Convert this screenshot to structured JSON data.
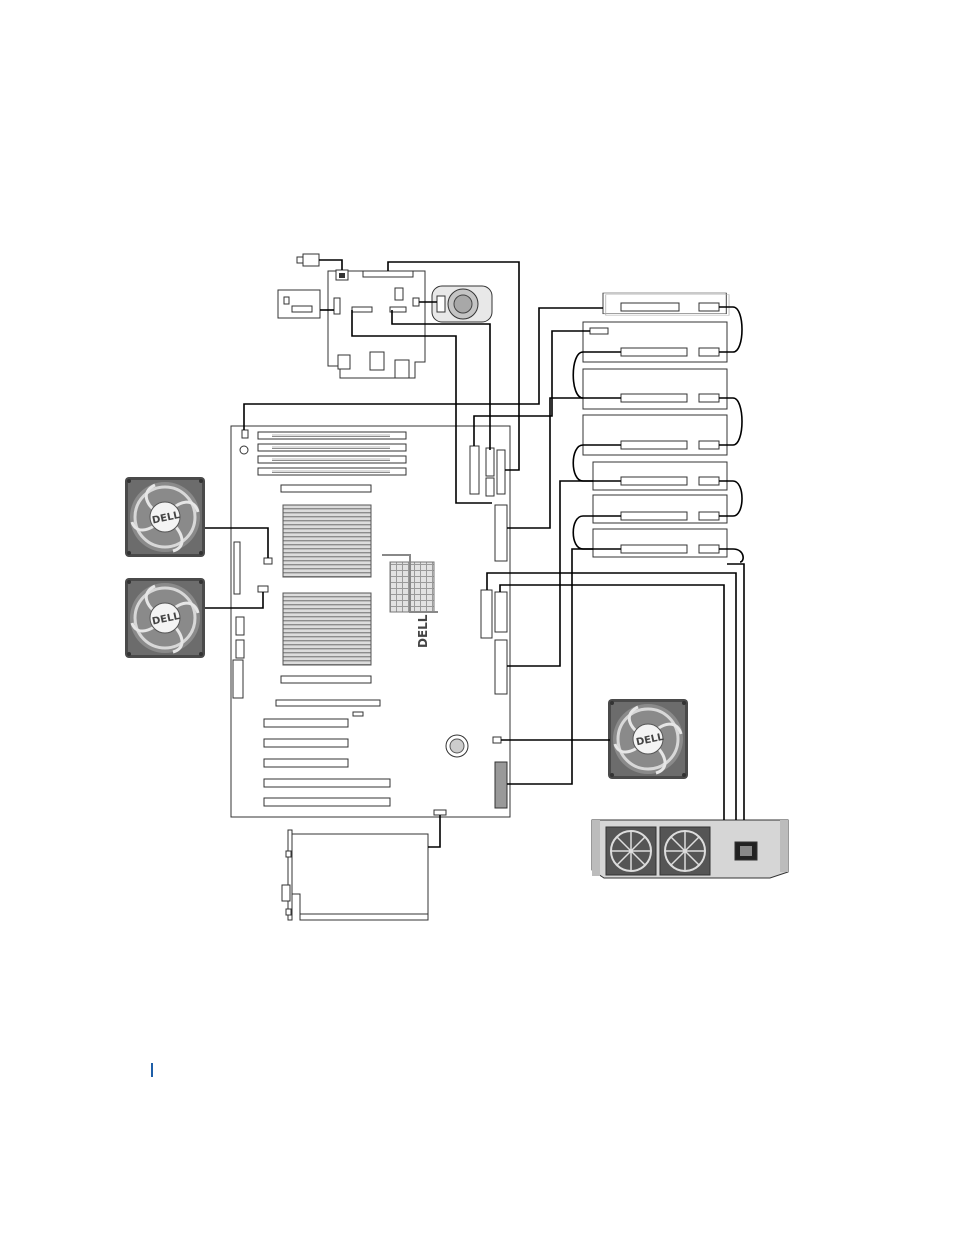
{
  "diagram": {
    "logo_text": "DELL",
    "colors": {
      "line": "#000000",
      "board_fill": "#ffffff",
      "board_stroke": "#333333",
      "fan_dark": "#4a4a4a",
      "fan_mid": "#7a7a7a",
      "fan_light": "#cfcfcf",
      "heatsink": "#bdbdbd",
      "psu_body": "#d6d6d6",
      "page_marker": "#1f5fa8"
    },
    "components": {
      "drive_bays": 7,
      "system_fans": 3,
      "processors": 2,
      "dimm_slots": 4,
      "expansion_slots": 6
    }
  }
}
